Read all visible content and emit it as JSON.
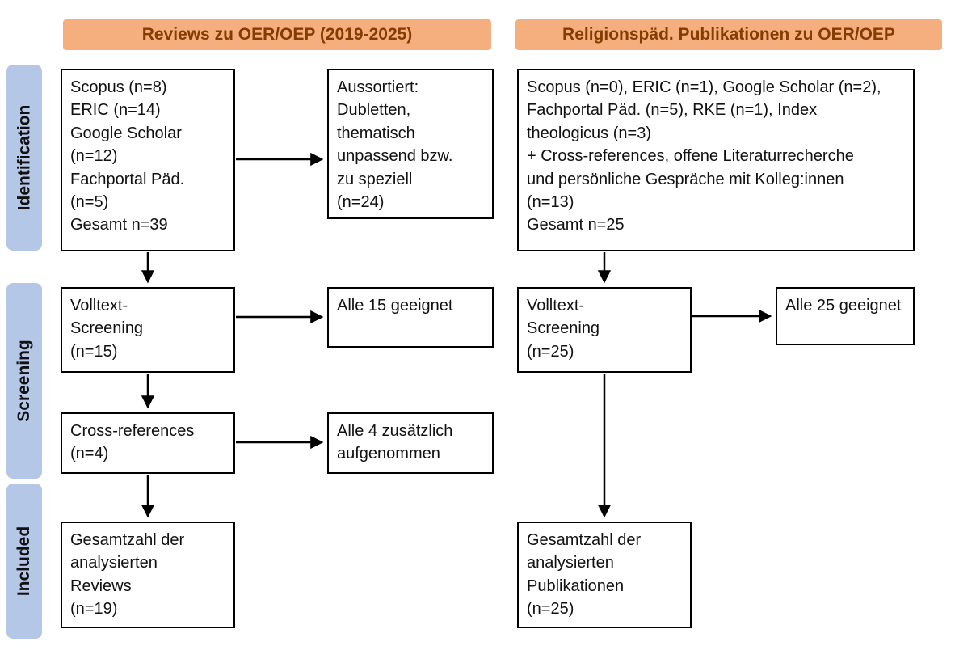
{
  "colors": {
    "header_bg": "#f5ae7e",
    "header_text": "#843c00",
    "stage_bg": "#b4c7e7",
    "box_border": "#000000",
    "box_text": "#111111",
    "arrow": "#000000",
    "background": "#ffffff"
  },
  "headers": {
    "left": "Reviews zu OER/OEP (2019-2025)",
    "right": "Religionspäd. Publikationen zu OER/OEP"
  },
  "stages": {
    "identification": "Identification",
    "screening": "Screening",
    "included": "Included"
  },
  "left_flow": {
    "sources": "Scopus (n=8)\nERIC (n=14)\nGoogle Scholar\n(n=12)\nFachportal Päd.\n(n=5)\nGesamt n=39",
    "excluded": "Aussortiert:\nDubletten,\nthematisch\nunpassend bzw.\nzu speziell\n(n=24)",
    "fulltext": "Volltext-\nScreening\n(n=15)",
    "fulltext_result": "Alle 15 geeignet",
    "crossref": "Cross-references\n(n=4)",
    "crossref_result": "Alle 4 zusätzlich\naufgenommen",
    "total": "Gesamtzahl der\nanalysierten\nReviews\n(n=19)"
  },
  "right_flow": {
    "sources": "Scopus (n=0), ERIC (n=1), Google Scholar (n=2),\nFachportal Päd. (n=5), RKE (n=1), Index\ntheologicus (n=3)\n+ Cross-references, offene Literaturrecherche\nund persönliche Gespräche mit Kolleg:innen\n(n=13)\nGesamt n=25",
    "fulltext": "Volltext-\nScreening\n(n=25)",
    "fulltext_result": "Alle 25 geeignet",
    "total": "Gesamtzahl der\nanalysierten\nPublikationen\n(n=25)"
  }
}
